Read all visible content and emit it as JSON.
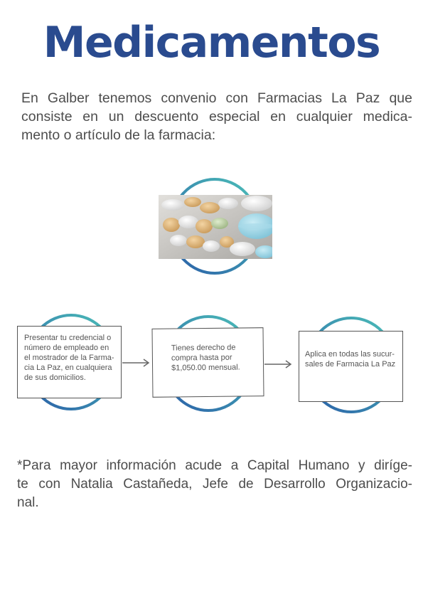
{
  "page": {
    "title": "Medicamentos",
    "intro_lines": [
      "En Galber tenemos convenio con Farmacias La Paz que",
      "consiste en un descuento especial en cualquier medica-",
      "mento o artículo de la farmacia:"
    ],
    "steps": [
      {
        "lines": [
          "Presentar tu credencial o",
          "número de empleado en",
          "el mostrador de la Farma-",
          "cia La Paz, en cualquiera",
          "de sus domicilios."
        ]
      },
      {
        "lines": [
          "Tienes derecho de",
          "compra hasta por",
          "$1,050.00 mensual."
        ]
      },
      {
        "lines": [
          "Aplica en todas las sucur-",
          "sales de Farmacia La Paz"
        ]
      }
    ],
    "footer_lines": [
      "*Para mayor información  acude a Capital Humano y diríge-",
      "te con Natalia Castañeda, Jefe de Desarrollo Organizacio-",
      "nal."
    ]
  },
  "colors": {
    "title": "#2a4b8f",
    "ring_start": "#4cc0b8",
    "ring_end": "#2a5ea8",
    "text": "#4d4d4d"
  },
  "icons": {
    "arrow": "arrow-right-icon",
    "photo": "pills-photo"
  }
}
